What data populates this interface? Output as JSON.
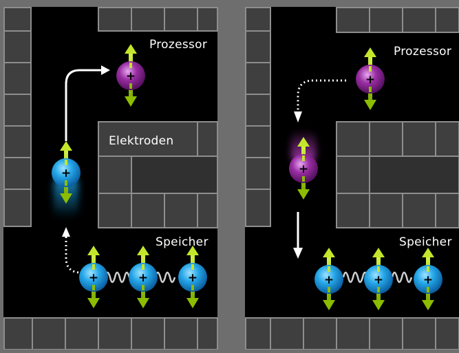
{
  "panels": [
    {
      "id": "left",
      "labels": {
        "processor": "Prozessor",
        "electrodes": "Elektroden",
        "memory": "Speicher"
      }
    },
    {
      "id": "right",
      "labels": {
        "processor": "Prozessor",
        "memory": "Speicher"
      }
    }
  ],
  "ion_symbol": "+",
  "colors": {
    "background": "#6e6e6e",
    "trap": "#000000",
    "tile_fill": "#3f3f3f",
    "tile_stroke": "#909090",
    "ion_memory": "#1a9ce0",
    "ion_processor": "#8e1f96",
    "spin_arrow": "#a8d400",
    "path_arrow": "#ffffff"
  }
}
